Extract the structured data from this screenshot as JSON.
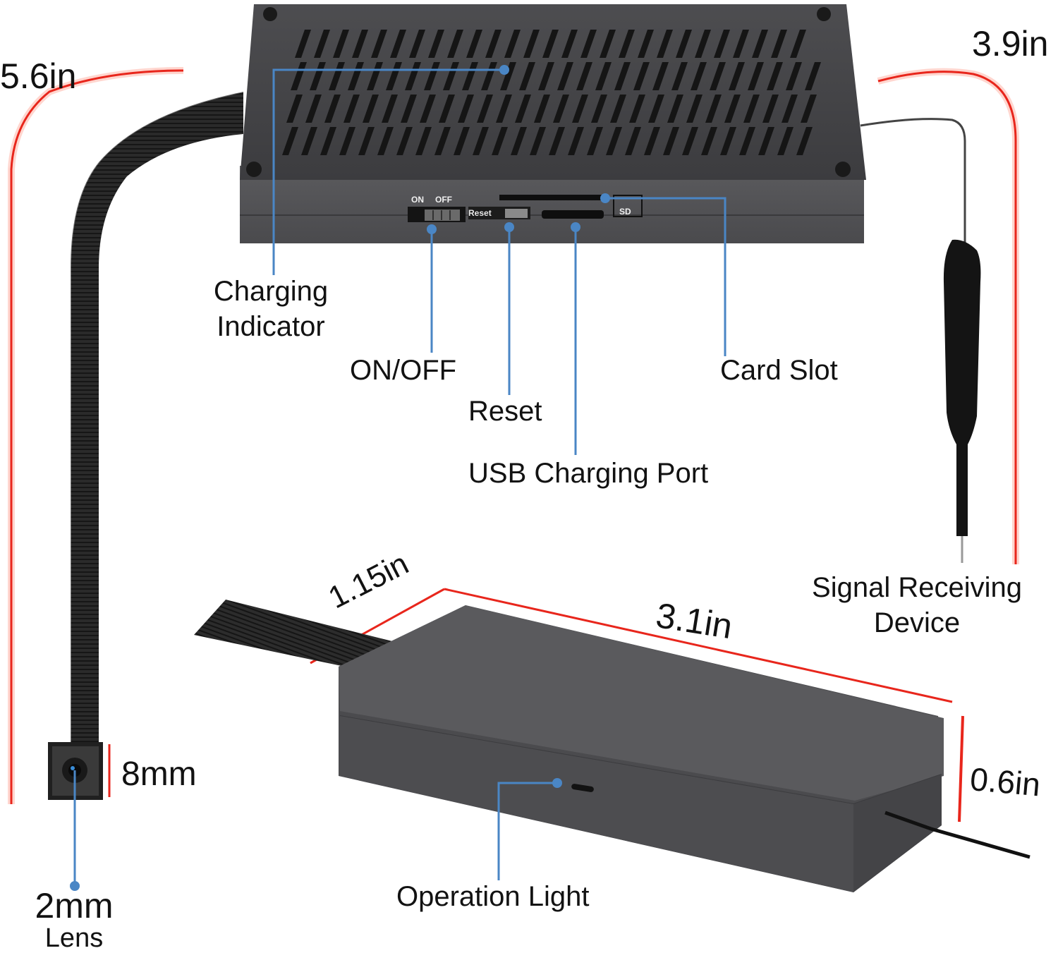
{
  "dimensions": {
    "cable_length": "5.6in",
    "antenna_length": "3.9in",
    "width": "1.15in",
    "length": "3.1in",
    "height": "0.6in",
    "lens_size": "8mm"
  },
  "labels": {
    "charging_indicator": [
      "Charging",
      "Indicator"
    ],
    "on_off": "ON/OFF",
    "reset": "Reset",
    "usb_port": "USB Charging Port",
    "card_slot": "Card Slot",
    "signal_device": [
      "Signal Receiving",
      "Device"
    ],
    "operation_light": "Operation Light",
    "lens": [
      "2mm",
      "Lens"
    ]
  },
  "device_markings": {
    "on": "ON",
    "off": "OFF",
    "reset": "Reset",
    "sd": "SD"
  },
  "colors": {
    "body": "#4a4a4c",
    "accent_line": "#4a86c5",
    "measure_glow": "#e8261c"
  }
}
